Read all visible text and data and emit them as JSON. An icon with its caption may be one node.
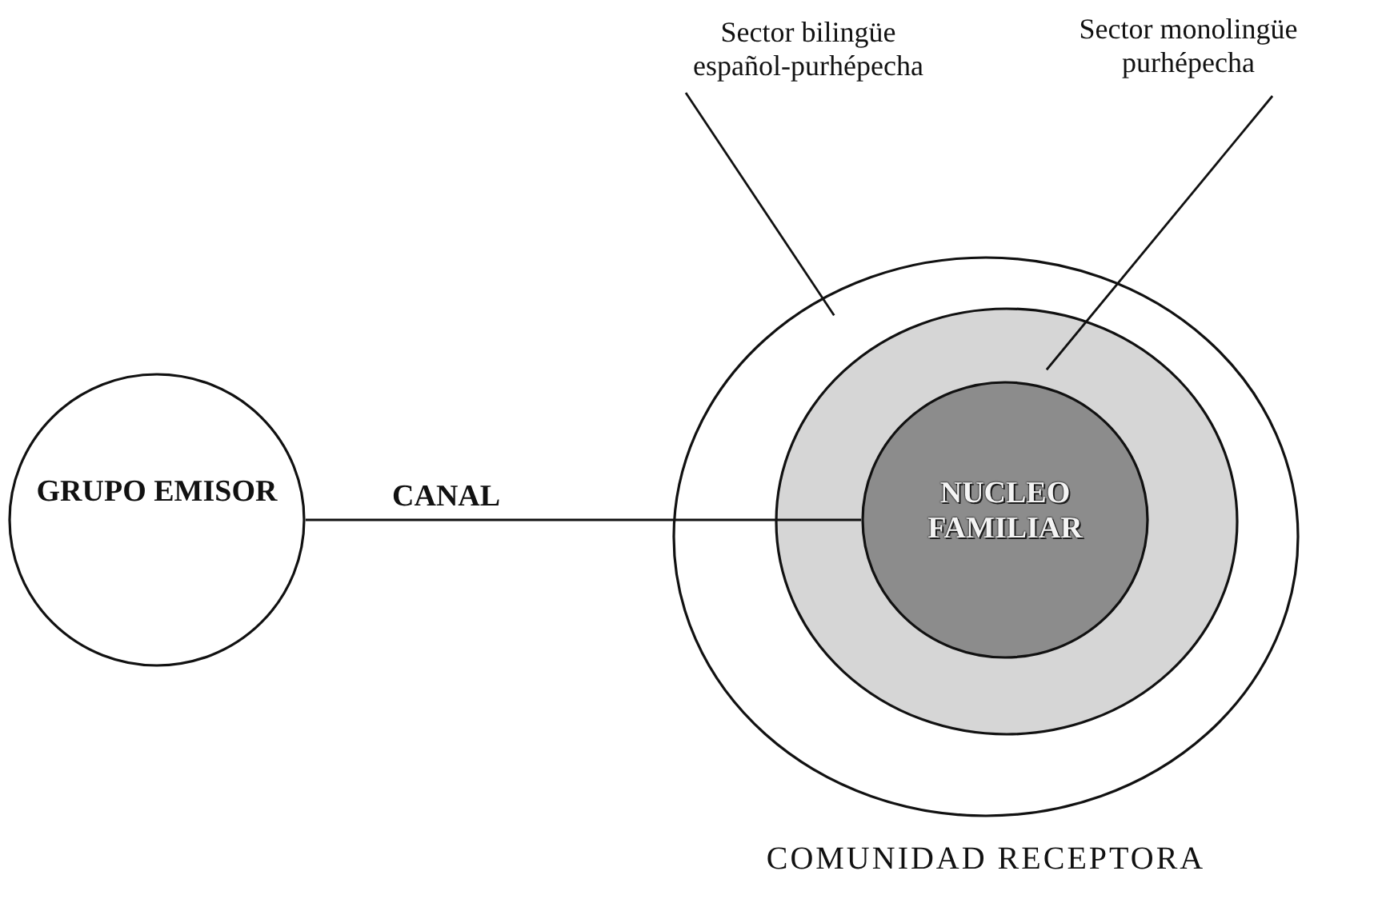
{
  "diagram": {
    "nodes": [
      {
        "text": [
          "GRUPO EMISOR"
        ]
      },
      {
        "text": [
          "COMUNIDAD RECEPTORA"
        ]
      },
      {
        "text": [],
        "shape": "circle",
        "in": 1
      },
      {
        "text": [
          "NUCLEO FAMILIAR"
        ],
        "in": 2
      },
      {
        "text": [
          "Sector bilingüe español-purhépecha"
        ]
      },
      {
        "text": [
          "Sector monolingüe purhépecha"
        ]
      }
    ],
    "edges": [
      {
        "from": 0,
        "to": 3,
        "arrow": "none",
        "label": "CANAL"
      },
      {
        "from": 4,
        "to": 1,
        "arrow": "none"
      },
      {
        "from": 5,
        "to": 2,
        "arrow": "none"
      }
    ]
  }
}
